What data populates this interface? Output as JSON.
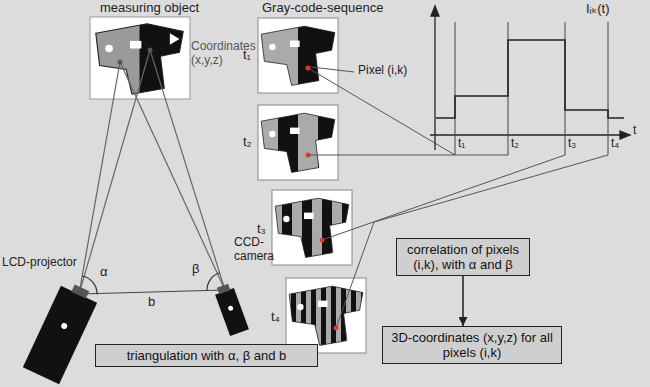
{
  "diagram": {
    "nodes": [
      {
        "text": [
          "triangulation with α, β and b"
        ]
      },
      {
        "text": [
          "correlation of pixels (i,k), with α and β"
        ]
      },
      {
        "text": [
          "3D-coordinates (x,y,z) for all pixels (i,k)"
        ]
      }
    ],
    "edges": [
      {
        "from": 1,
        "to": 2,
        "arrow": "to"
      }
    ],
    "labels": [
      "measuring object",
      "Coordinates (x,y,z)",
      "Gray-code-sequence",
      "Iᵢₖ(t)",
      "Pixel (i,k)",
      "t₁",
      "t₂",
      "t₃",
      "t₄",
      "t₁",
      "t₂",
      "t₃",
      "t₄",
      "t",
      "LCD-projector",
      "CCD-camera",
      "α",
      "β",
      "b"
    ]
  }
}
